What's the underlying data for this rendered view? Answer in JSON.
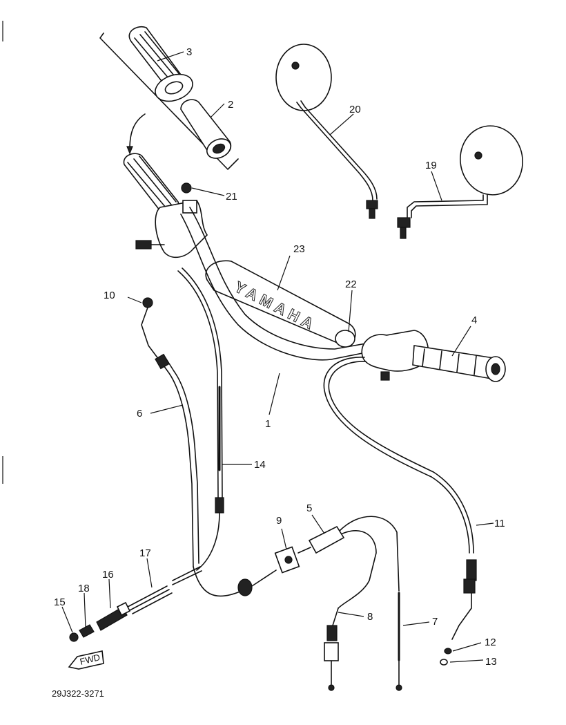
{
  "diagram": {
    "part_code": "29J322-3271",
    "brand_text": "YAMAHA",
    "arrow_text": "FWD",
    "callouts": [
      "1",
      "2",
      "3",
      "4",
      "5",
      "6",
      "7",
      "8",
      "9",
      "10",
      "11",
      "12",
      "13",
      "14",
      "15",
      "16",
      "17",
      "18",
      "19",
      "20",
      "21",
      "22",
      "23"
    ]
  }
}
